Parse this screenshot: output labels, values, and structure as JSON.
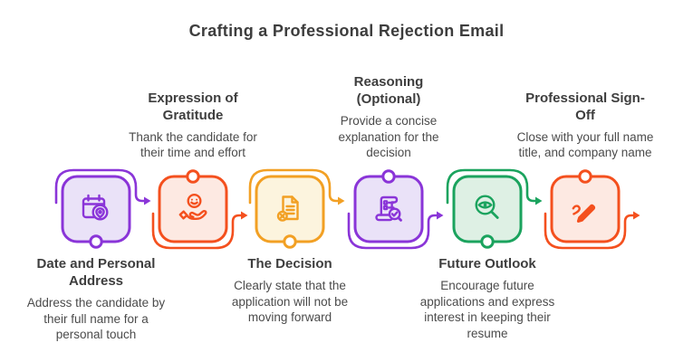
{
  "title": "Crafting a Professional Rejection Email",
  "colors": {
    "purple_accent": "#8A35D8",
    "purple_fill": "#EAE2F8",
    "orange_accent": "#F4501E",
    "orange_fill": "#FDE9E2",
    "amber_accent": "#F2A024",
    "amber_fill": "#FCF4DE",
    "green_accent": "#1BA35E",
    "green_fill": "#DEF0E4",
    "title_text": "#3D3D3D",
    "body_text": "#4B4B4B"
  },
  "steps": [
    {
      "title": "Date and Personal Address",
      "description": "Address the candidate by their full name for a personal touch",
      "icon": "calendar-pin-icon",
      "accent": "#8A35D8",
      "fill": "#EAE2F8",
      "text_position": "below"
    },
    {
      "title": "Expression of Gratitude",
      "description": "Thank the candidate for their time and effort",
      "icon": "smiley-hand-icon",
      "accent": "#F4501E",
      "fill": "#FDE9E2",
      "text_position": "above"
    },
    {
      "title": "The Decision",
      "description": "Clearly state that the application will not be moving forward",
      "icon": "document-x-icon",
      "accent": "#F2A024",
      "fill": "#FCF4DE",
      "text_position": "below"
    },
    {
      "title": "Reasoning (Optional)",
      "description": "Provide a concise explanation for the decision",
      "icon": "scroll-check-icon",
      "accent": "#8A35D8",
      "fill": "#EAE2F8",
      "text_position": "above"
    },
    {
      "title": "Future Outlook",
      "description": "Encourage future applications and express interest in keeping their resume",
      "icon": "eye-magnifier-icon",
      "accent": "#1BA35E",
      "fill": "#DEF0E4",
      "text_position": "below"
    },
    {
      "title": "Professional Sign-Off",
      "description": "Close with your full name title, and company name",
      "icon": "pen-signature-icon",
      "accent": "#F4501E",
      "fill": "#FDE9E2",
      "text_position": "above"
    }
  ]
}
